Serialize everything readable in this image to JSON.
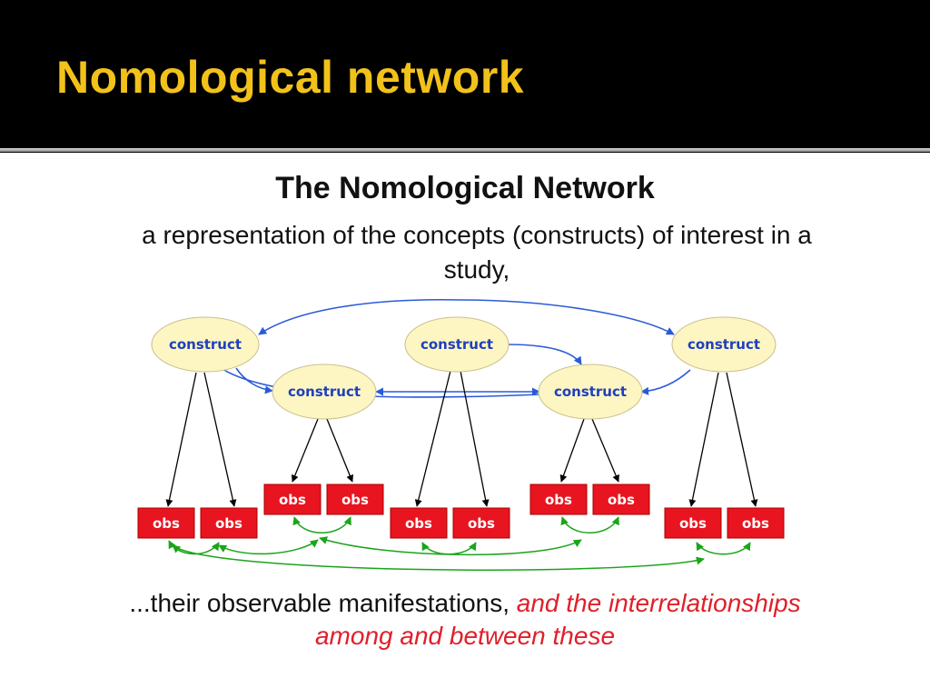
{
  "slide": {
    "title": "Nomological network"
  },
  "diagram": {
    "title": "The Nomological Network",
    "subtitle": "a representation of the concepts (constructs) of interest in a study,",
    "caption_plain": "...their observable manifestations,",
    "caption_red": "and the interrelationships among and between these",
    "construct_label": "construct",
    "obs_label": "obs",
    "colors": {
      "construct_fill": "#fdf6c3",
      "construct_text": "#1f3fbf",
      "obs_fill": "#e8141f",
      "construct_link": "#2a5bd7",
      "obs_link": "#1aa51a",
      "indicator_arrow": "#000000",
      "title_color": "#f2c21a"
    },
    "constructs": [
      {
        "id": "c1",
        "label": "construct"
      },
      {
        "id": "c2",
        "label": "construct"
      },
      {
        "id": "c3",
        "label": "construct"
      },
      {
        "id": "c4",
        "label": "construct"
      },
      {
        "id": "c5",
        "label": "construct"
      }
    ],
    "observations": [
      {
        "id": "o1",
        "label": "obs",
        "construct": "c1"
      },
      {
        "id": "o2",
        "label": "obs",
        "construct": "c1"
      },
      {
        "id": "o3",
        "label": "obs",
        "construct": "c2"
      },
      {
        "id": "o4",
        "label": "obs",
        "construct": "c2"
      },
      {
        "id": "o5",
        "label": "obs",
        "construct": "c3"
      },
      {
        "id": "o6",
        "label": "obs",
        "construct": "c3"
      },
      {
        "id": "o7",
        "label": "obs",
        "construct": "c4"
      },
      {
        "id": "o8",
        "label": "obs",
        "construct": "c4"
      },
      {
        "id": "o9",
        "label": "obs",
        "construct": "c5"
      },
      {
        "id": "o10",
        "label": "obs",
        "construct": "c5"
      }
    ]
  }
}
